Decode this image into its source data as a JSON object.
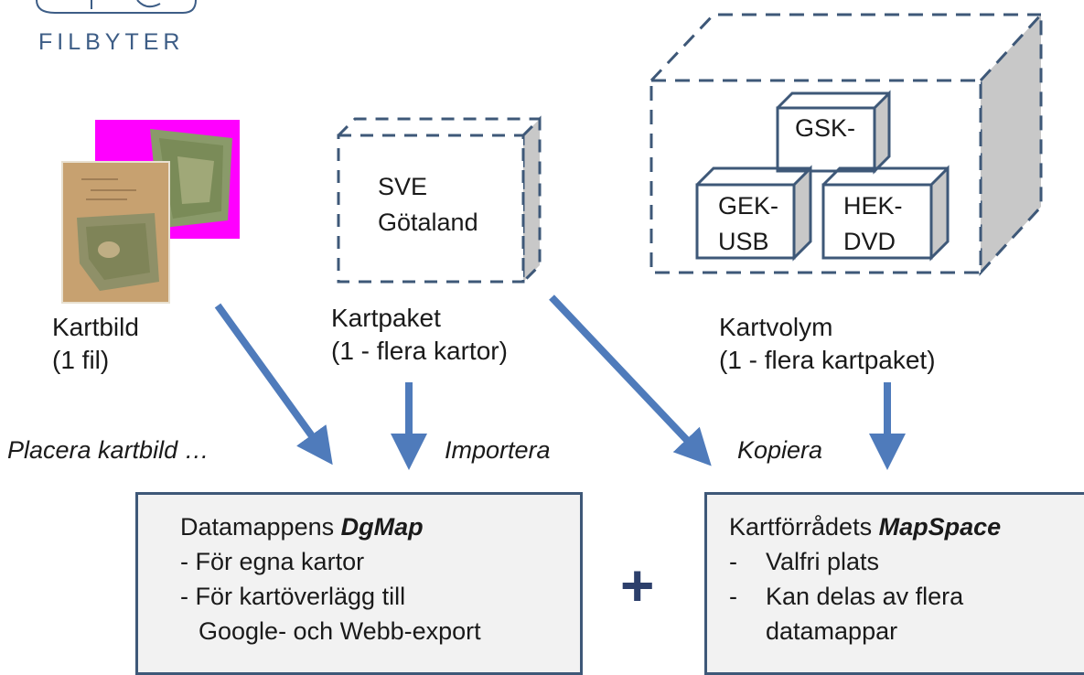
{
  "logo": {
    "text": "FILBYTER"
  },
  "sources": {
    "kartbild": {
      "line1": "Kartbild",
      "line2": "(1 fil)"
    },
    "kartpaket": {
      "line1": "Kartpaket",
      "line2": "(1 - flera kartor)",
      "cube_line1": "SVE",
      "cube_line2": "Götaland"
    },
    "kartvolym": {
      "line1": "Kartvolym",
      "line2": "(1 - flera kartpaket)",
      "cube_top": "GSK-",
      "cube_left_line1": "GEK-",
      "cube_left_line2": "USB",
      "cube_right_line1": "HEK-",
      "cube_right_line2": "DVD"
    }
  },
  "actions": {
    "placera": "Placera kartbild …",
    "importera": "Importera",
    "kopiera": "Kopiera"
  },
  "dgmap_box": {
    "title_prefix": "Datamappens ",
    "title_bold": "DgMap",
    "line1": "- För egna kartor",
    "line2": "- För kartöverlägg till",
    "line3": "Google- och Webb-export"
  },
  "mapspace_box": {
    "title_prefix": "Kartförrådets ",
    "title_bold": "MapSpace",
    "line1_dash": "-",
    "line1": "Valfri plats",
    "line2_dash": "-",
    "line2": "Kan delas av flera",
    "line3": "datamappar"
  },
  "plus": "+",
  "colors": {
    "arrow": "#4f7bbb",
    "box_border": "#3e5878",
    "box_fill": "#f2f2f2",
    "cube_side": "#c8c8c8",
    "magenta": "#ff00ff",
    "logo": "#3d5d86"
  }
}
